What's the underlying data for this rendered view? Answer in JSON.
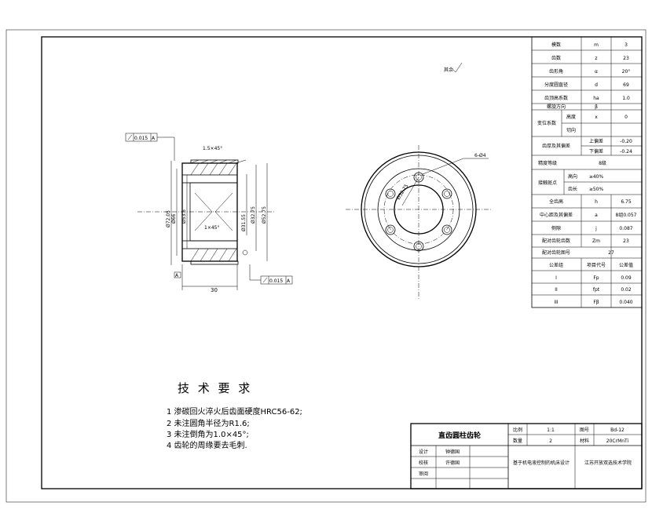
{
  "gear_params": [
    {
      "name": "模数",
      "symbol": "m",
      "value": "3"
    },
    {
      "name": "齿数",
      "symbol": "z",
      "value": "23"
    },
    {
      "name": "齿形角",
      "symbol": "α",
      "value": "20°"
    },
    {
      "name": "分度圆直径",
      "symbol": "d",
      "value": "69"
    },
    {
      "name": "齿顶高系数",
      "symbol": "ha",
      "value": "1.0"
    },
    {
      "name": "螺旋方向",
      "symbol": "β",
      "value": ""
    },
    {
      "name": "",
      "symbol": "x",
      "value": "0"
    },
    {
      "name": "",
      "symbol": "",
      "value": ""
    }
  ],
  "shift": {
    "label": "变位系数",
    "sub1": "高度",
    "sub2": "切向"
  },
  "thickness": {
    "label": "齿厚及其偏差",
    "upper_label": "上偏差",
    "upper": "-0.20",
    "lower_label": "下偏差",
    "lower": "-0.24"
  },
  "accuracy": {
    "label": "精度等级",
    "value": "8级"
  },
  "contact": {
    "label": "接触斑点",
    "h_label": "高向",
    "h_value": "≥40%",
    "l_label": "齿长",
    "l_value": "≥50%"
  },
  "params2": [
    {
      "name": "全齿高",
      "symbol": "h",
      "value": "6.75"
    },
    {
      "name": "中心距及其偏差",
      "symbol": "a",
      "value": "8组0.057"
    },
    {
      "name": "侧隙",
      "symbol": "j",
      "value": "0.087"
    },
    {
      "name": "配对齿轮齿数",
      "symbol": "Zm",
      "value": "23"
    },
    {
      "name": "配对齿轮图号",
      "symbol": "",
      "value": "27"
    }
  ],
  "tolerance": {
    "headers": [
      "公差组",
      "项目代号",
      "公差值"
    ],
    "rows": [
      [
        "I",
        "Fp",
        "0.09"
      ],
      [
        "II",
        "fpt",
        "0.02"
      ],
      [
        "III",
        "Fβ",
        "0.040"
      ]
    ]
  },
  "tech": {
    "title": "技 术 要 求",
    "items": [
      "1  渗碳回火淬火后齿面硬度HRC56-62;",
      "2  未注圆角半径为R1.6;",
      "3  未注倒角为1.0×45°;",
      "4  齿轮的周缘要去毛刺."
    ]
  },
  "title_block": {
    "part": "直齿圆柱齿轮",
    "scale_label": "比例",
    "scale": "1:1",
    "drawno_label": "图号",
    "drawno": "Bd-12",
    "qty_label": "数量",
    "qty": "2",
    "mat_label": "材料",
    "mat": "20CrMnTi",
    "design_label": "设计",
    "designer": "钟德国",
    "check_label": "校核",
    "checker": "许德国",
    "review_label": "审阅",
    "project": "基于机电液控制的机床设计",
    "school": "江苏开放双选技术学院"
  },
  "dims": {
    "chamfer1": "1.5×45°",
    "chamfer2": "1×45°",
    "width": "30",
    "od": "Ø72.05",
    "d2": "Ø66",
    "d3": "Ø53.5",
    "bore": "Ø31.55",
    "d5": "Ø32.75",
    "d6": "Ø52.75",
    "tol_top": "0.015",
    "tol_top_ref": "A",
    "tol_bot": "0.015",
    "tol_bot_ref": "A",
    "datum": "A",
    "hole": "6-Ø4",
    "pcd": "Ø52.75",
    "rough": "其余"
  }
}
